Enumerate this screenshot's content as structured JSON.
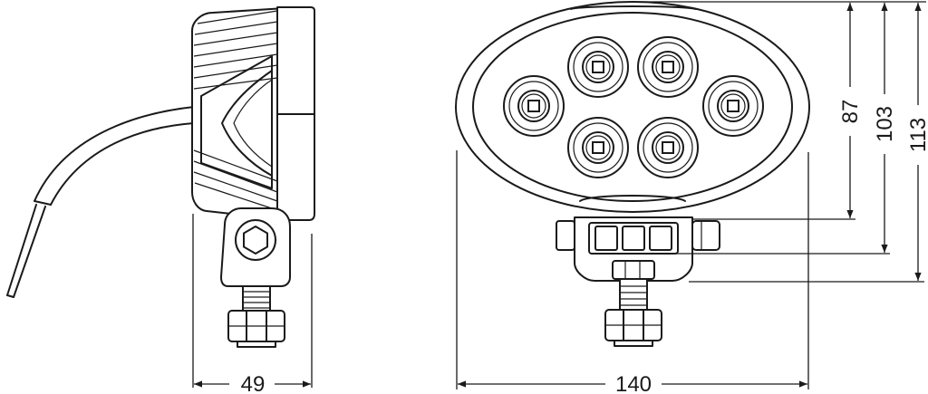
{
  "dimensions": {
    "side_depth": "49",
    "front_width": "140",
    "height_lens": "87",
    "height_body": "103",
    "height_total": "113"
  },
  "icons": {
    "side_view": "lamp-side-view-icon",
    "front_view": "lamp-front-view-icon",
    "led": "led-icon",
    "hex_bolt": "hex-bolt-icon",
    "dimension_arrow": "dimension-arrow-icon"
  },
  "led_count": 6
}
